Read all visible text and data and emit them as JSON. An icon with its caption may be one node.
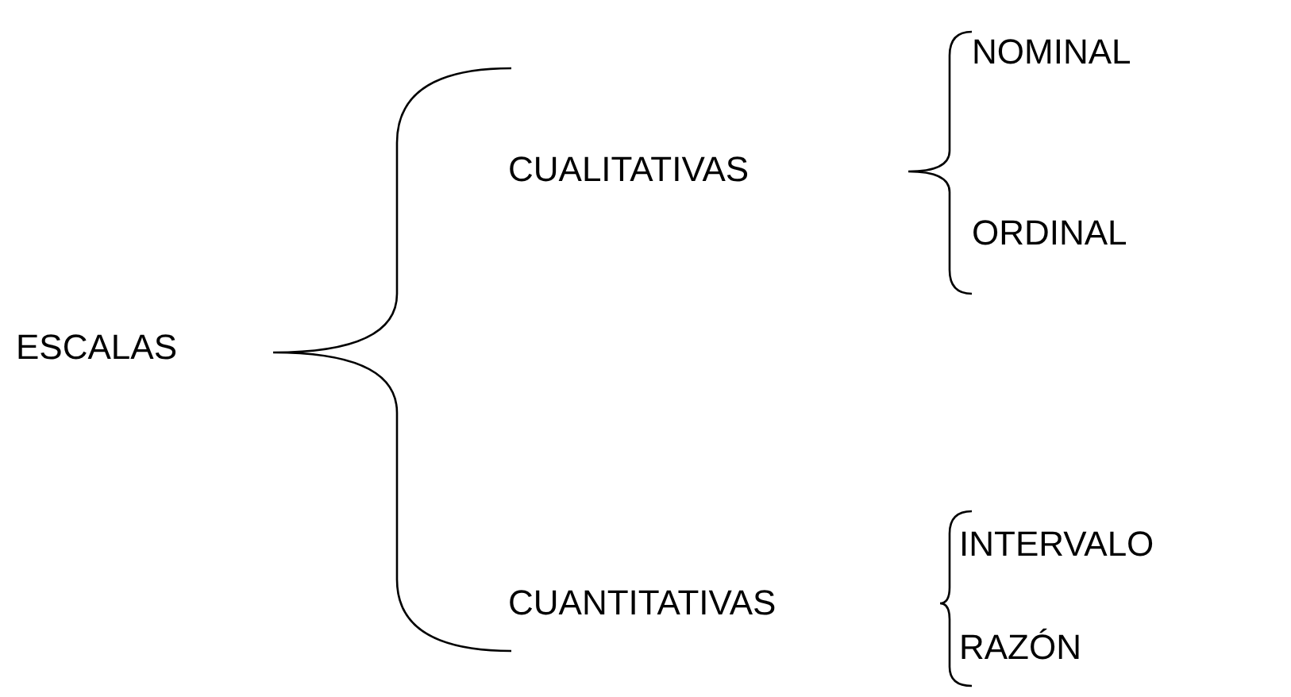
{
  "diagram": {
    "nodes": [
      {
        "text": [
          "ESCALAS"
        ]
      },
      {
        "text": [
          "CUALITATIVAS"
        ]
      },
      {
        "text": [
          "NOMINAL"
        ]
      },
      {
        "text": [
          "ORDINAL"
        ]
      },
      {
        "text": [
          "CUANTITATIVAS"
        ]
      },
      {
        "text": [
          "INTERVALO"
        ]
      },
      {
        "text": [
          "RAZÓN"
        ]
      }
    ]
  }
}
